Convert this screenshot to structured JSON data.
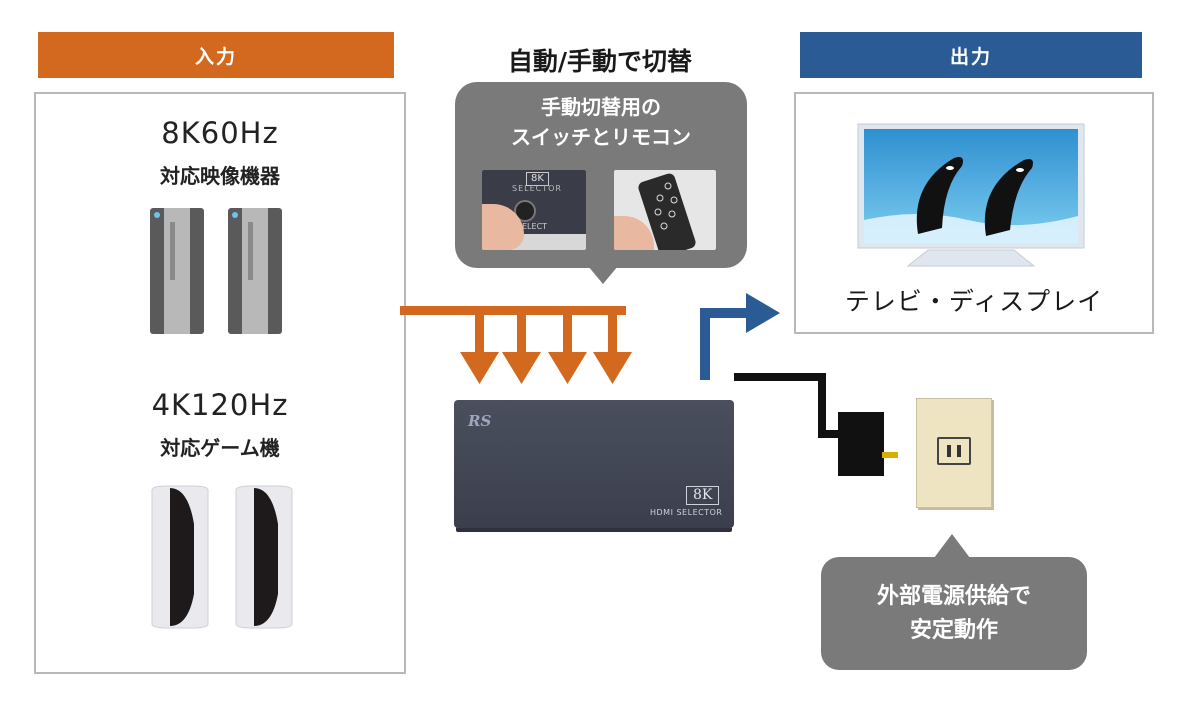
{
  "input": {
    "header": "入力",
    "header_color": "#d2691e",
    "device1_spec": "8K60Hz",
    "device1_label": "対応映像機器",
    "device2_spec": "4K120Hz",
    "device2_label": "対応ゲーム機"
  },
  "switching": {
    "title": "自動/手動で切替",
    "bubble_text_line1": "手動切替用の",
    "bubble_text_line2": "スイッチとリモコン",
    "switch_badge": "8K",
    "switch_caption": "SELECTOR",
    "switch_button_text": "ELECT"
  },
  "device": {
    "logo": "RS",
    "badge": "8K",
    "caption": "HDMI SELECTOR"
  },
  "output": {
    "header": "出力",
    "header_color": "#2b5b94",
    "tv_label": "テレビ・ディスプレイ"
  },
  "power": {
    "bubble_line1": "外部電源供給で",
    "bubble_line2": "安定動作"
  },
  "colors": {
    "orange_arrow": "#d2691e",
    "blue_arrow": "#2b5b94",
    "bubble_gray": "#7a7a7a"
  }
}
